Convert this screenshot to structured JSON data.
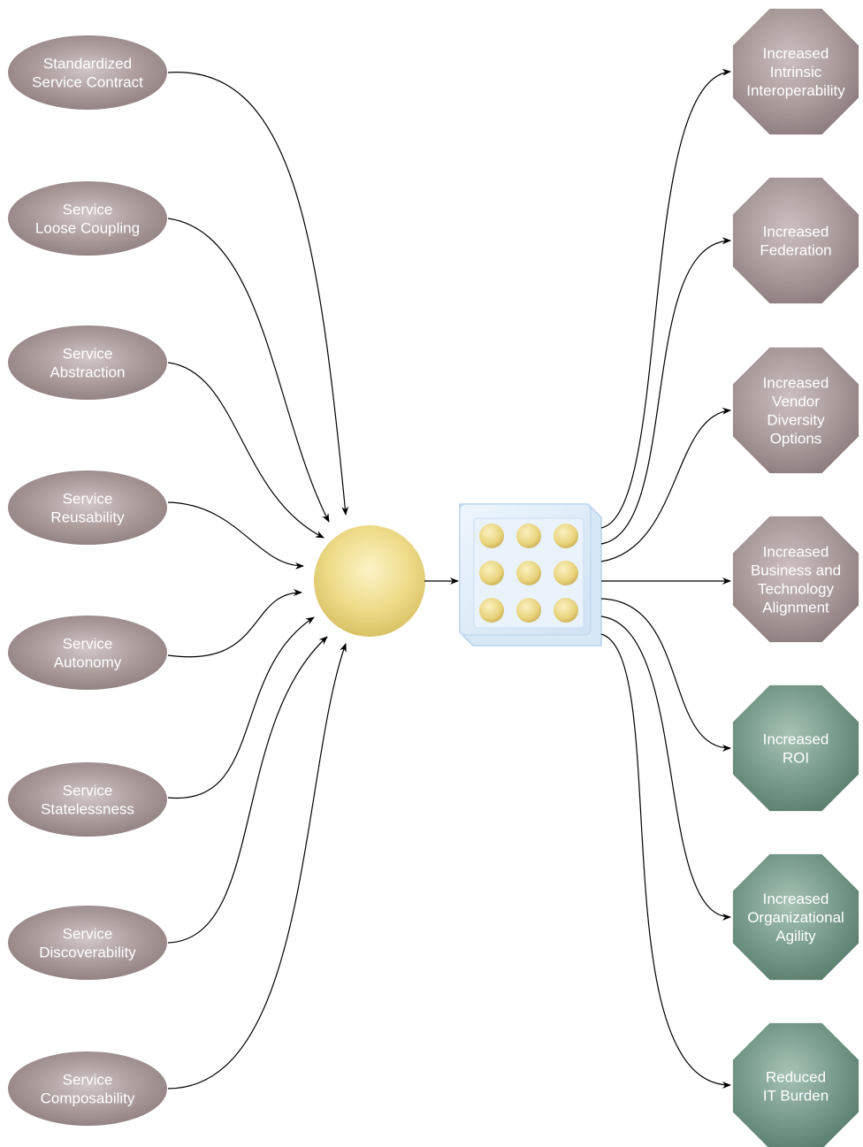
{
  "principles": [
    {
      "lines": [
        "Standardized",
        "Service Contract"
      ]
    },
    {
      "lines": [
        "Service",
        "Loose Coupling"
      ]
    },
    {
      "lines": [
        "Service",
        "Abstraction"
      ]
    },
    {
      "lines": [
        "Service",
        "Reusability"
      ]
    },
    {
      "lines": [
        "Service",
        "Autonomy"
      ]
    },
    {
      "lines": [
        "Service",
        "Statelessness"
      ]
    },
    {
      "lines": [
        "Service",
        "Discoverability"
      ]
    },
    {
      "lines": [
        "Service",
        "Composability"
      ]
    }
  ],
  "goals": [
    {
      "lines": [
        "Increased",
        "Intrinsic",
        "Interoperability"
      ],
      "color": "#9e8e8f"
    },
    {
      "lines": [
        "Increased",
        "Federation"
      ],
      "color": "#9e8e8f"
    },
    {
      "lines": [
        "Increased",
        "Vendor",
        "Diversity",
        "Options"
      ],
      "color": "#9e8e8f"
    },
    {
      "lines": [
        "Increased",
        "Business and",
        "Technology",
        "Alignment"
      ],
      "color": "#9e8e8f"
    },
    {
      "lines": [
        "Increased",
        "ROI"
      ],
      "color": "#6e9382"
    },
    {
      "lines": [
        "Increased",
        "Organizational",
        "Agility"
      ],
      "color": "#6e9382"
    },
    {
      "lines": [
        "Reduced",
        "IT Burden"
      ],
      "color": "#6e9382"
    }
  ],
  "colors": {
    "principle_fill": "#9d8c8c",
    "sphere": "#eedc8a",
    "grid_panel": "#dcebf8",
    "arrow": "#000000"
  }
}
